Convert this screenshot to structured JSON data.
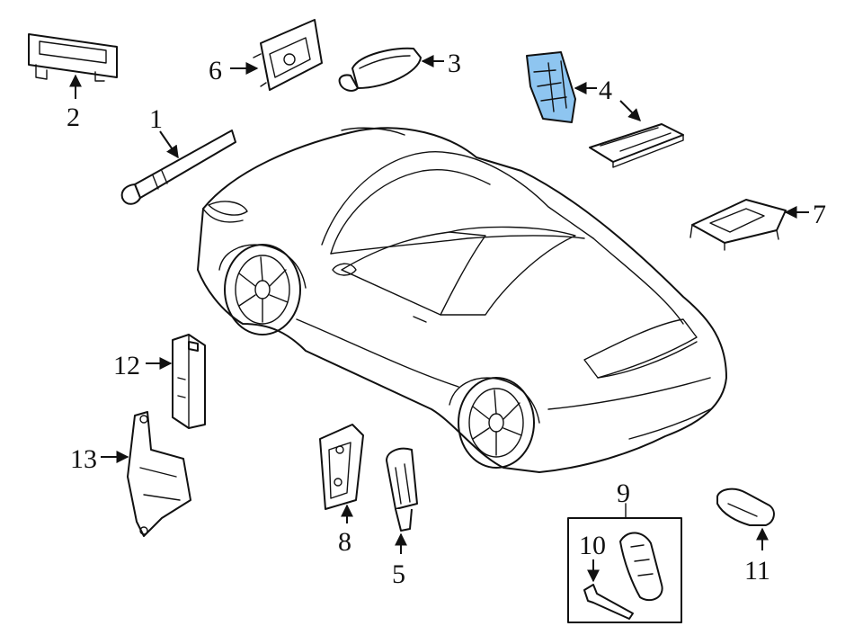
{
  "diagram": {
    "highlight_color": "#8EC5F0",
    "line_color": "#111111",
    "callouts": {
      "c1": "1",
      "c2": "2",
      "c3": "3",
      "c4": "4",
      "c5": "5",
      "c6": "6",
      "c7": "7",
      "c8": "8",
      "c9": "9",
      "c10": "10",
      "c11": "11",
      "c12": "12",
      "c13": "13"
    }
  }
}
